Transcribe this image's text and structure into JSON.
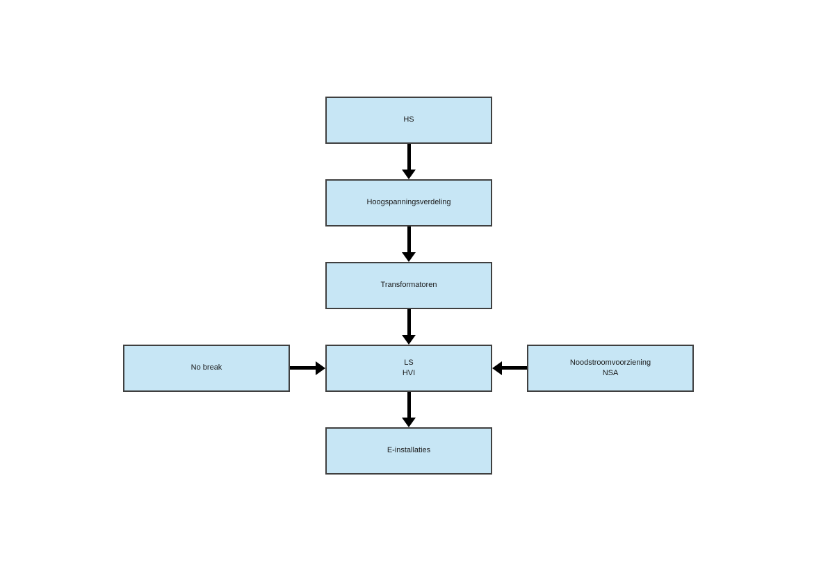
{
  "diagram": {
    "type": "flowchart",
    "language": "nl",
    "nodes": {
      "hs": {
        "label": "HS"
      },
      "hoogspanningsverdeling": {
        "label": "Hoogspanningsverdeling"
      },
      "transformatoren": {
        "label": "Transformatoren"
      },
      "ls_hvi": {
        "line1": "LS",
        "line2": "HVI"
      },
      "no_break": {
        "label": "No break"
      },
      "noodstroomvoorziening": {
        "line1": "Noodstroomvoorziening",
        "line2": "NSA"
      },
      "e_installaties": {
        "label": "E-installaties"
      }
    },
    "edges": [
      {
        "from": "HS",
        "to": "Hoogspanningsverdeling",
        "direction": "down"
      },
      {
        "from": "Hoogspanningsverdeling",
        "to": "Transformatoren",
        "direction": "down"
      },
      {
        "from": "Transformatoren",
        "to": "LS HVI",
        "direction": "down"
      },
      {
        "from": "No break",
        "to": "LS HVI",
        "direction": "right"
      },
      {
        "from": "Noodstroomvoorziening NSA",
        "to": "LS HVI",
        "direction": "left"
      },
      {
        "from": "LS HVI",
        "to": "E-installaties",
        "direction": "down"
      }
    ],
    "colors": {
      "box_fill": "#c7e6f5",
      "box_border": "#3f3f3f",
      "arrow": "#000000",
      "background": "#ffffff"
    }
  }
}
